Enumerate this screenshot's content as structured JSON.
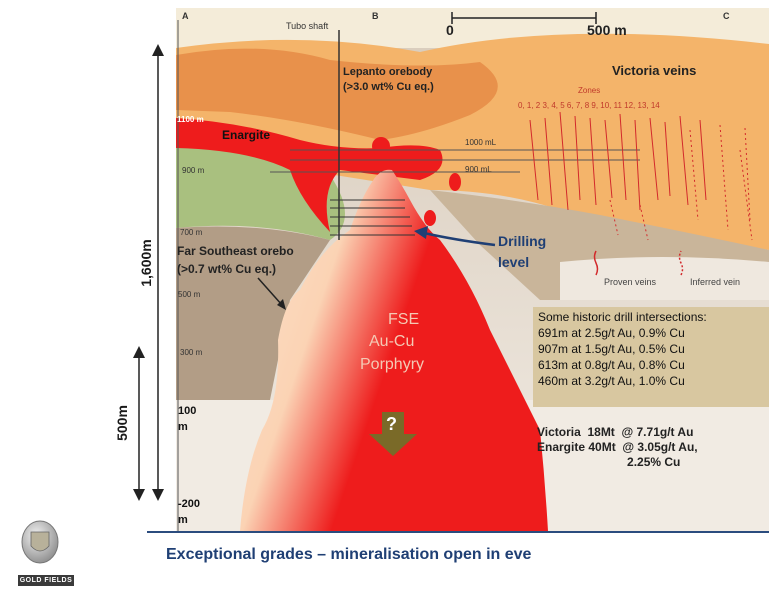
{
  "section_letters": {
    "a": "A",
    "b": "B",
    "c": "C"
  },
  "scale_bar": {
    "start": "0",
    "end": "500 m"
  },
  "labels": {
    "tubo_shaft": "Tubo shaft",
    "lepanto_l1": "Lepanto orebody",
    "lepanto_l2": "(>3.0 wt% Cu eq.)",
    "victoria_veins": "Victoria veins",
    "zones": "Zones",
    "zone_numbers": "0, 1, 2  3, 4, 5    6, 7, 8   9, 10, 11    12, 13, 14",
    "enargite": "Enargite",
    "level_1100": "1100 m",
    "level_1000ml": "1000 mL",
    "level_900": "900 m",
    "level_900ml": "900 mL",
    "level_700": "700 m",
    "far_southeast_l1": "Far Southeast orebo",
    "far_southeast_l2": "(>0.7 wt% Cu eq.)",
    "level_500": "500 m",
    "level_300": "300 m",
    "drilling_l1": "Drilling",
    "drilling_l2": "level",
    "proven_veins": "Proven veins",
    "inferred_veins": "Inferred vein",
    "fse_l1": "FSE",
    "fse_l2": "Au-Cu",
    "fse_l3": "Porphyry",
    "question": "?",
    "depth_100_l1": "100",
    "depth_100_l2": "m",
    "depth_m200_l1": "-200",
    "depth_m200_l2": "m"
  },
  "dimensions": {
    "total": "1,600m",
    "lower": "500m"
  },
  "intersections": {
    "title": "Some historic drill intersections:",
    "rows": [
      "691m at 2.5g/t Au, 0.9% Cu",
      "907m at 1.5g/t Au, 0.5% Cu",
      "613m at 0.8g/t Au, 0.8% Cu",
      "460m at 3.2g/t Au, 1.0% Cu"
    ]
  },
  "resources": {
    "line1": "Victoria  18Mt  @ 7.71g/t Au",
    "line2": "Enargite 40Mt  @ 3.05g/t Au,",
    "line3": "                           2.25% Cu"
  },
  "footer": {
    "title": "Exceptional grades – mineralisation open in eve"
  },
  "logo": {
    "text": "GOLD FIELDS"
  },
  "colors": {
    "sky": "#f4ecd9",
    "orange_dark": "#e8914b",
    "orange_light": "#f4b46a",
    "green": "#a9c07f",
    "brown": "#b29d86",
    "brown_light": "#d9cbb8",
    "red": "#ee1c1c",
    "navy": "#1f3f74",
    "drill_box": "#d8c7a0",
    "arrow_olive": "#7a6a28"
  }
}
